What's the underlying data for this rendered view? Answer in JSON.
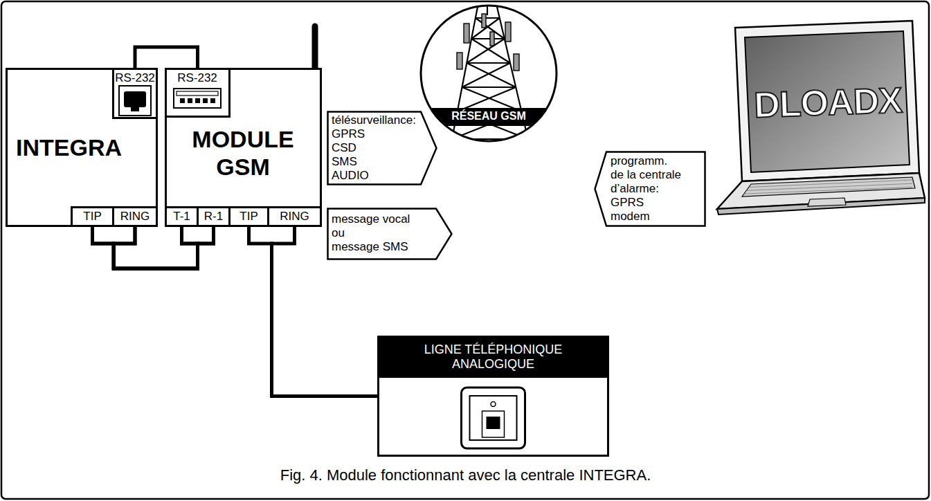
{
  "diagram": {
    "caption": "Fig. 4. Module fonctionnant avec la centrale INTEGRA.",
    "nodes": [
      {
        "text": [
          "INTEGRA"
        ]
      },
      {
        "text": [
          "RS-232"
        ],
        "in": 0
      },
      {
        "text": [
          "TIP"
        ],
        "in": 0
      },
      {
        "text": [
          "RING"
        ],
        "in": 0
      },
      {
        "text": [
          "MODULE GSM"
        ]
      },
      {
        "text": [
          "RS-232"
        ],
        "in": 4
      },
      {
        "text": [
          "T-1"
        ],
        "in": 4
      },
      {
        "text": [
          "R-1"
        ],
        "in": 4
      },
      {
        "text": [
          "TIP"
        ],
        "in": 4
      },
      {
        "text": [
          "RING"
        ],
        "in": 4
      },
      {
        "text": [
          "télésurveillance: GPRS CSD SMS AUDIO"
        ]
      },
      {
        "text": [
          "message vocal ou message SMS"
        ]
      },
      {
        "text": [
          "RÉSEAU GSM"
        ]
      },
      {
        "text": [
          "programm. de la centrale d’alarme: GPRS modem"
        ]
      },
      {
        "text": [
          "DLOADX"
        ]
      },
      {
        "text": [
          "LIGNE TÉLÉPHONIQUE ANALOGIQUE"
        ]
      }
    ],
    "edges": [
      {
        "from": 1,
        "to": 5,
        "arrow": "none"
      },
      {
        "from": 2,
        "to": 6,
        "arrow": "none"
      },
      {
        "from": 2,
        "to": 7,
        "arrow": "none"
      },
      {
        "from": 3,
        "to": 6,
        "arrow": "none"
      },
      {
        "from": 3,
        "to": 7,
        "arrow": "none"
      },
      {
        "from": 8,
        "to": 15,
        "arrow": "none"
      },
      {
        "from": 9,
        "to": 15,
        "arrow": "none"
      }
    ]
  }
}
